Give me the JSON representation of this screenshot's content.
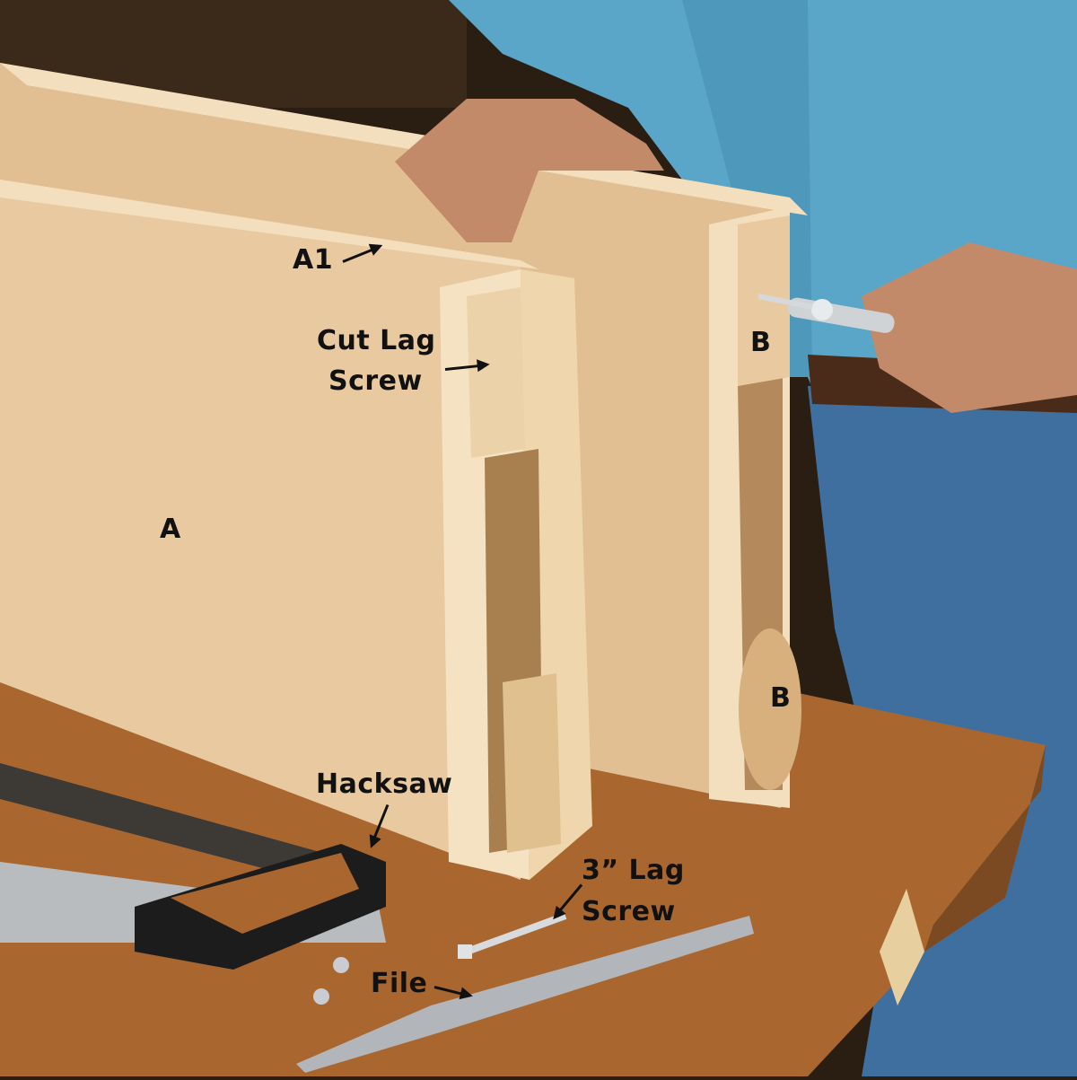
{
  "image": {
    "description": "Woodworking photo: plywood boxes (sawhorse parts) on a workbench with a man tightening a lag screw with a ratchet; tools include a hacksaw, file, and lag screw",
    "colors": {
      "background_shop": "#2a1d12",
      "shirt": "#5aa6c8",
      "jeans": "#3f6f9e",
      "plywood": "#e9c9a0",
      "plywood_edge": "#f3dfbd",
      "bench": "#a9672f",
      "label_text": "#111111"
    }
  },
  "labels": {
    "a1": "A1",
    "cut_lag_screw_line1": "Cut Lag",
    "cut_lag_screw_line2": "Screw",
    "b_top": "B",
    "a": "A",
    "b_bottom": "B",
    "hacksaw": "Hacksaw",
    "lag_screw_line1": "3” Lag",
    "lag_screw_line2": "Screw",
    "file": "File"
  }
}
